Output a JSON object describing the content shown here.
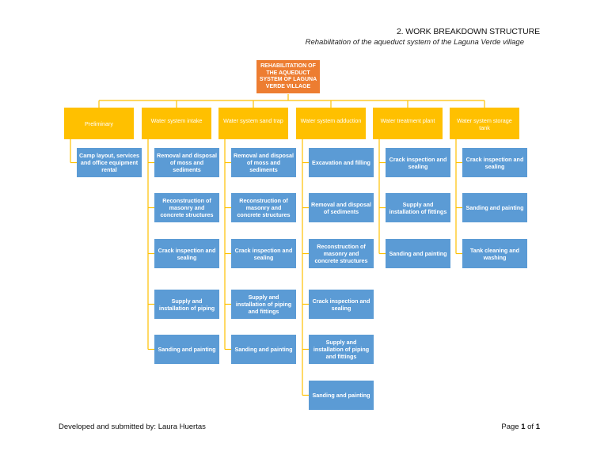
{
  "header": {
    "title": "2. WORK BREAKDOWN STRUCTURE",
    "subtitle": "Rehabilitation of the aqueduct system of the Laguna Verde village"
  },
  "root": {
    "label": "REHABILITATION OF THE AQUEDUCT SYSTEM OF LAGUNA VERDE VILLAGE"
  },
  "categories": [
    {
      "label": "Preliminary",
      "tasks": [
        "Camp layout, services and office equipment rental"
      ]
    },
    {
      "label": "Water system intake",
      "tasks": [
        "Removal and disposal of moss and sediments",
        "Reconstruction of masonry and concrete structures",
        "Crack inspection and sealing",
        "Supply and installation of piping",
        "Sanding and painting"
      ]
    },
    {
      "label": "Water system sand trap",
      "tasks": [
        "Removal and disposal of moss and sediments",
        "Reconstruction of masonry and concrete structures",
        "Crack inspection and sealing",
        "Supply and installation of piping and fittings",
        "Sanding and painting"
      ]
    },
    {
      "label": "Water system adduction",
      "tasks": [
        "Excavation and filling",
        "Removal and disposal of sediments",
        "Reconstruction of masonry and concrete structures",
        "Crack inspection and sealing",
        "Supply and installation of piping and fittings",
        "Sanding and painting"
      ]
    },
    {
      "label": "Water treatment plant",
      "tasks": [
        "Crack inspection and sealing",
        "Supply and installation of fittings",
        "Sanding and painting"
      ]
    },
    {
      "label": "Water system storage tank",
      "tasks": [
        "Crack inspection and sealing",
        "Sanding and painting",
        "Tank cleaning and washing"
      ]
    }
  ],
  "footer": {
    "developed_by": "Developed and submitted by: Laura Huertas",
    "page_prefix": "Page",
    "page_current": "1",
    "page_of": "of",
    "page_total": "1"
  },
  "colors": {
    "root": "#ED7D31",
    "category": "#FFC000",
    "task": "#5B9BD5",
    "connector": "#FFC000"
  }
}
